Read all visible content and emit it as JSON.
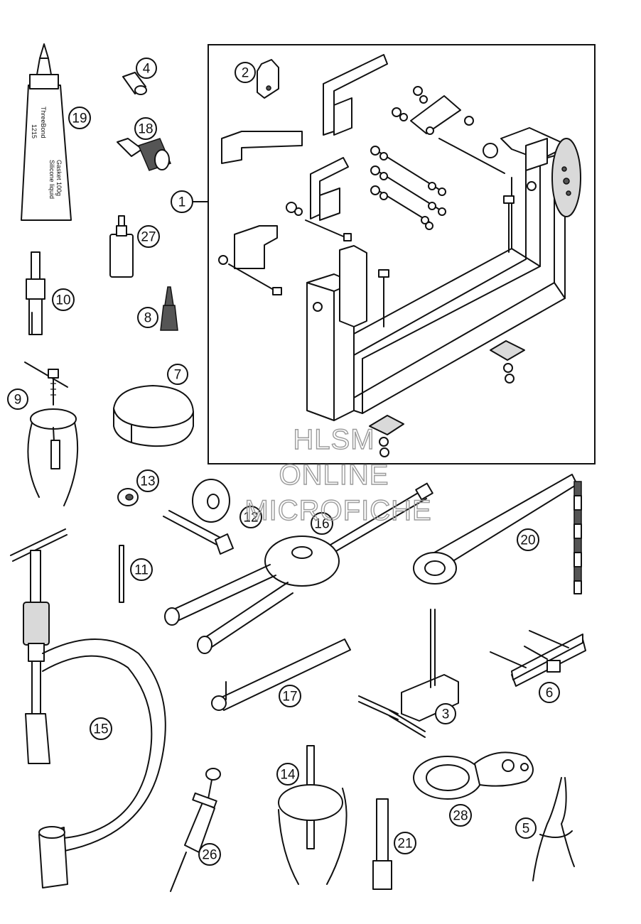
{
  "diagram": {
    "callouts": [
      {
        "id": "1",
        "label": "1"
      },
      {
        "id": "2",
        "label": "2"
      },
      {
        "id": "3",
        "label": "3"
      },
      {
        "id": "4",
        "label": "4"
      },
      {
        "id": "5",
        "label": "5"
      },
      {
        "id": "6",
        "label": "6"
      },
      {
        "id": "7",
        "label": "7"
      },
      {
        "id": "8",
        "label": "8"
      },
      {
        "id": "9",
        "label": "9"
      },
      {
        "id": "10",
        "label": "10"
      },
      {
        "id": "11",
        "label": "11"
      },
      {
        "id": "12",
        "label": "12"
      },
      {
        "id": "13",
        "label": "13"
      },
      {
        "id": "14",
        "label": "14"
      },
      {
        "id": "15",
        "label": "15"
      },
      {
        "id": "16",
        "label": "16"
      },
      {
        "id": "17",
        "label": "17"
      },
      {
        "id": "18",
        "label": "18"
      },
      {
        "id": "19",
        "label": "19"
      },
      {
        "id": "20",
        "label": "20"
      },
      {
        "id": "21",
        "label": "21"
      },
      {
        "id": "26",
        "label": "26"
      },
      {
        "id": "27",
        "label": "27"
      },
      {
        "id": "28",
        "label": "28"
      }
    ],
    "tube_label": {
      "brand": "ThreeBond",
      "code": "1215",
      "line1": "Silicone liquid",
      "line2": "Gasket 100g"
    },
    "watermark": {
      "line1": "HLSM",
      "line2": "ONLINE",
      "line3": "MICROFICHE"
    }
  }
}
